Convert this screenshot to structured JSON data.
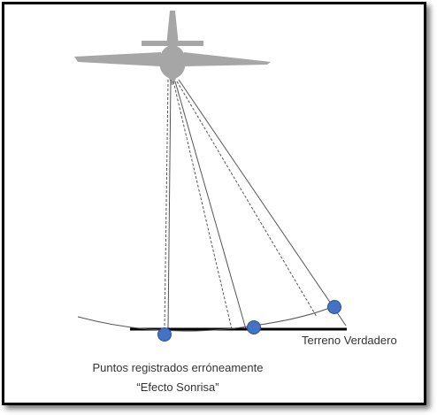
{
  "labels": {
    "terrain": "Terreno Verdadero",
    "caption_line1": "Puntos registrados erróneamente",
    "caption_line2": "“Efecto Sonrisa”"
  },
  "colors": {
    "frame": "#000000",
    "aircraft": "#a6a6a6",
    "point_fill": "#4472c4",
    "point_stroke": "#2f528f",
    "ray": "#555555",
    "terrain_line": "#000000",
    "curve": "#555555"
  },
  "icons": {
    "aircraft": "airplane-icon"
  }
}
